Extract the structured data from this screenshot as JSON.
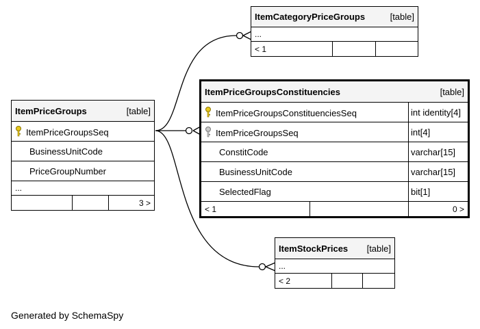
{
  "footer": {
    "generated_by": "Generated by SchemaSpy"
  },
  "tables": {
    "category": {
      "name": "ItemCategoryPriceGroups",
      "kind": "[table]",
      "dots": "...",
      "footer": [
        "< 1",
        "",
        ""
      ]
    },
    "constituencies": {
      "name": "ItemPriceGroupsConstituencies",
      "kind": "[table]",
      "columns": [
        {
          "name": "ItemPriceGroupsConstituenciesSeq",
          "type": "int identity[4]",
          "key": "primary"
        },
        {
          "name": "ItemPriceGroupsSeq",
          "type": "int[4]",
          "key": "foreign"
        },
        {
          "name": "ConstitCode",
          "type": "varchar[15]",
          "key": ""
        },
        {
          "name": "BusinessUnitCode",
          "type": "varchar[15]",
          "key": ""
        },
        {
          "name": "SelectedFlag",
          "type": "bit[1]",
          "key": ""
        }
      ],
      "footer": [
        "< 1",
        "",
        "0 >"
      ]
    },
    "pricegroups": {
      "name": "ItemPriceGroups",
      "kind": "[table]",
      "columns": [
        {
          "name": "ItemPriceGroupsSeq",
          "key": "primary"
        },
        {
          "name": "BusinessUnitCode",
          "key": ""
        },
        {
          "name": "PriceGroupNumber",
          "key": ""
        }
      ],
      "dots": "...",
      "footer": [
        "",
        "",
        "3 >"
      ]
    },
    "stock": {
      "name": "ItemStockPrices",
      "kind": "[table]",
      "dots": "...",
      "footer": [
        "< 2",
        "",
        ""
      ]
    }
  },
  "colors": {
    "primary_key": "#e8c81c",
    "foreign_key": "#b0b0b0",
    "header_bg": "#f4f4f4"
  }
}
